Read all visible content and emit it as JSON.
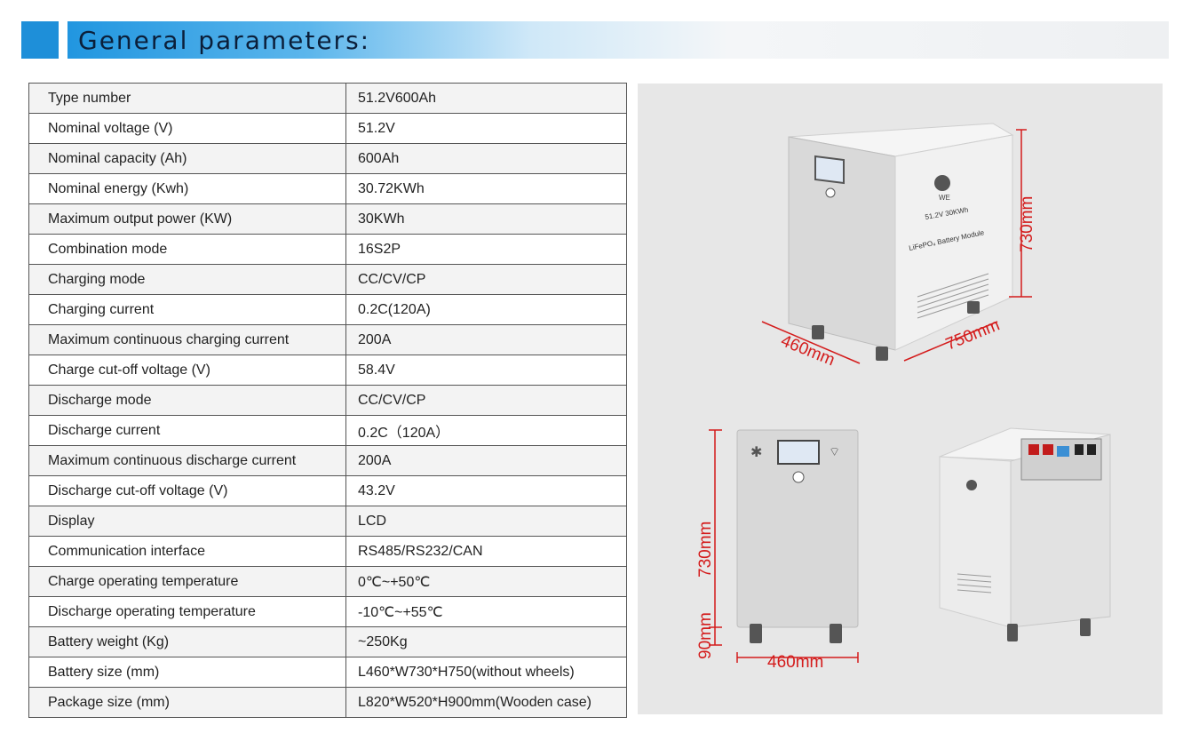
{
  "header": {
    "title": "General parameters:"
  },
  "params": [
    {
      "label": "Type number",
      "value": "51.2V600Ah"
    },
    {
      "label": "Nominal voltage (V)",
      "value": "51.2V"
    },
    {
      "label": "Nominal capacity (Ah)",
      "value": "600Ah"
    },
    {
      "label": "Nominal energy (Kwh)",
      "value": "30.72KWh"
    },
    {
      "label": "Maximum output power (KW)",
      "value": "30KWh"
    },
    {
      "label": "Combination mode",
      "value": "16S2P"
    },
    {
      "label": "Charging mode",
      "value": "CC/CV/CP"
    },
    {
      "label": "Charging current",
      "value": "0.2C(120A)"
    },
    {
      "label": "Maximum continuous charging current",
      "value": "200A"
    },
    {
      "label": "Charge cut-off voltage (V)",
      "value": "58.4V"
    },
    {
      "label": "Discharge mode",
      "value": "CC/CV/CP"
    },
    {
      "label": "Discharge current",
      "value": "0.2C（120A）"
    },
    {
      "label": "Maximum continuous discharge current",
      "value": "200A"
    },
    {
      "label": "Discharge cut-off voltage (V)",
      "value": "43.2V"
    },
    {
      "label": "Display",
      "value": "LCD"
    },
    {
      "label": "Communication interface",
      "value": "RS485/RS232/CAN"
    },
    {
      "label": "Charge operating temperature",
      "value": "0℃~+50℃"
    },
    {
      "label": "Discharge operating temperature",
      "value": "-10℃~+55℃"
    },
    {
      "label": "Battery weight (Kg)",
      "value": "~250Kg"
    },
    {
      "label": "Battery size (mm)",
      "value": "L460*W730*H750(without wheels)"
    },
    {
      "label": "Package size (mm)",
      "value": "L820*W520*H900mm(Wooden case)"
    }
  ],
  "product": {
    "brand": "WE",
    "model_text": "51.2V  30KWh",
    "module_text": "LiFePO₄ Battery Module",
    "dims_top": {
      "height": "730mm",
      "depth": "460mm",
      "width": "750mm"
    },
    "dims_front": {
      "height": "730mm",
      "wheels": "90mm",
      "width": "460mm"
    }
  },
  "colors": {
    "header_accent": "#1e8fd9",
    "dimension_text": "#d41c1c"
  }
}
